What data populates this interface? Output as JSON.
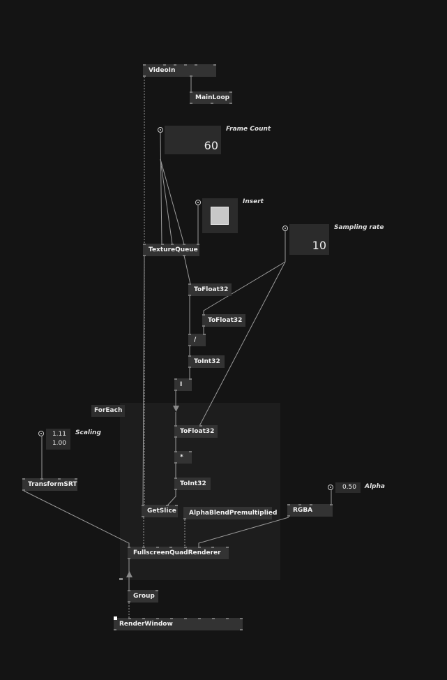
{
  "patch": {
    "region_label": "ForEach",
    "nodes": {
      "videoin": "VideoIn",
      "mainloop": "MainLoop",
      "texturequeue": "TextureQueue",
      "tofloat32_a": "ToFloat32",
      "tofloat32_b": "ToFloat32",
      "divide": "/",
      "toint32_a": "ToInt32",
      "range": "I",
      "tofloat32_c": "ToFloat32",
      "multiply": "*",
      "toint32_b": "ToInt32",
      "getslice": "GetSlice",
      "alphablend": "AlphaBlendPremultiplied",
      "rgba": "RGBA",
      "transformsrt": "TransformSRT",
      "fullscreenquad": "FullscreenQuadRenderer",
      "group": "Group",
      "renderwindow": "RenderWindow"
    },
    "ioboxes": {
      "frame_count": {
        "label": "Frame Count",
        "value": "60"
      },
      "insert": {
        "label": "Insert",
        "value": true
      },
      "sampling_rate": {
        "label": "Sampling rate",
        "value": "10"
      },
      "scaling": {
        "label": "Scaling",
        "x": "1.11",
        "y": "1.00"
      },
      "alpha": {
        "label": "Alpha",
        "value": "0.50"
      }
    }
  },
  "colors": {
    "background": "#141414",
    "region": "#1d1d1d",
    "node": "#333333",
    "wire": "#9a9a9a"
  }
}
